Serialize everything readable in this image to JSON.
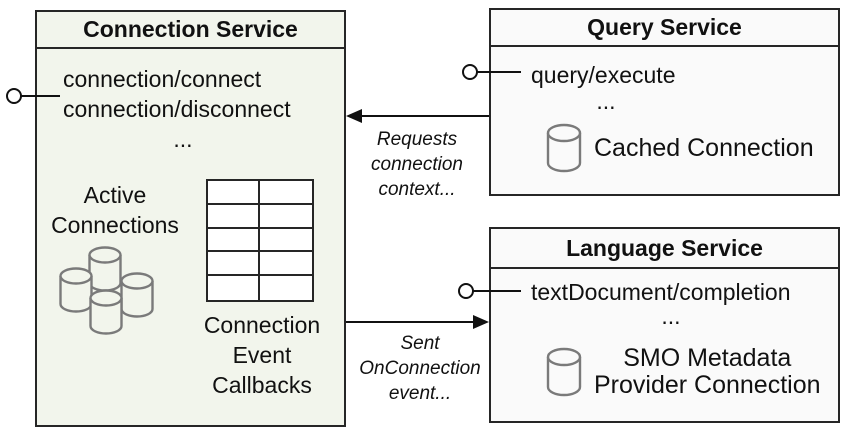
{
  "colors": {
    "connection_box_fill": "#f2f5ec",
    "service_box_fill": "#fafafa",
    "border": "#262626",
    "line": "#111111",
    "cylinder_stroke": "#7a7a7a",
    "text": "#111111"
  },
  "connection_service": {
    "title": "Connection Service",
    "methods": [
      "connection/connect",
      "connection/disconnect"
    ],
    "ellipsis": "...",
    "active_connections": {
      "lines": [
        "Active",
        "Connections"
      ]
    },
    "callback_table_label": {
      "lines": [
        "Connection",
        "Event",
        "Callbacks"
      ]
    }
  },
  "query_service": {
    "title": "Query Service",
    "methods": [
      "query/execute"
    ],
    "ellipsis": "...",
    "cached_connection_label": "Cached Connection"
  },
  "language_service": {
    "title": "Language Service",
    "methods": [
      "textDocument/completion"
    ],
    "ellipsis": "...",
    "smo_label": {
      "lines": [
        "SMO Metadata",
        "Provider Connection"
      ]
    }
  },
  "arrows": {
    "requests_connection_context": {
      "lines": [
        "Requests",
        "connection",
        "context..."
      ]
    },
    "sent_onconnection_event": {
      "lines": [
        "Sent",
        "OnConnection",
        "event..."
      ]
    }
  },
  "icons": {
    "database_cluster": "database-cylinder-cluster",
    "database": "database-cylinder",
    "lollipop": "interface-lollipop",
    "callback_grid": "callback-grid-table"
  }
}
